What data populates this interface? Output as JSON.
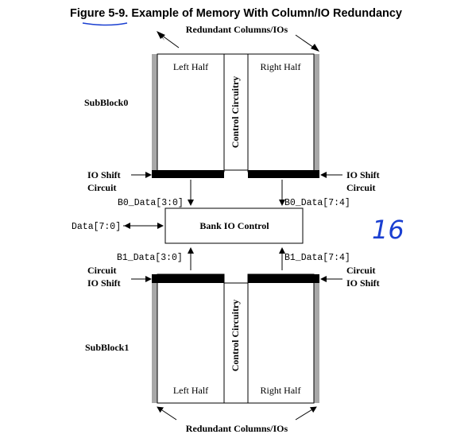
{
  "figure": {
    "title": "Figure 5-9. Example of Memory With Column/IO Redundancy",
    "redundant_top": "Redundant Columns/IOs",
    "redundant_bottom": "Redundant Columns/IOs",
    "subblock0": "SubBlock0",
    "subblock1": "SubBlock1",
    "left_half_top": "Left Half",
    "right_half_top": "Right Half",
    "left_half_bottom": "Left Half",
    "right_half_bottom": "Right Half",
    "control_top": "Control Circuitry",
    "control_bottom": "Control Circuitry",
    "io_shift_top_left": "IO Shift",
    "circuit_top_left": "Circuit",
    "io_shift_top_right": "IO Shift",
    "circuit_top_right": "Circuit",
    "circuit_bottom_left": "Circuit",
    "io_shift_bottom_left": "IO Shift",
    "circuit_bottom_right": "Circuit",
    "io_shift_bottom_right": "IO Shift",
    "b0_low": "B0_Data[3:0]",
    "b0_high": "B0_Data[7:4]",
    "b1_low": "B1_Data[3:0]",
    "b1_high": "B1_Data[7:4]",
    "data_bus": "Data[7:0]",
    "bank_io": "Bank IO Control"
  },
  "annotation": {
    "handwritten_number": "16",
    "ink_color": "#1a3fd1"
  }
}
